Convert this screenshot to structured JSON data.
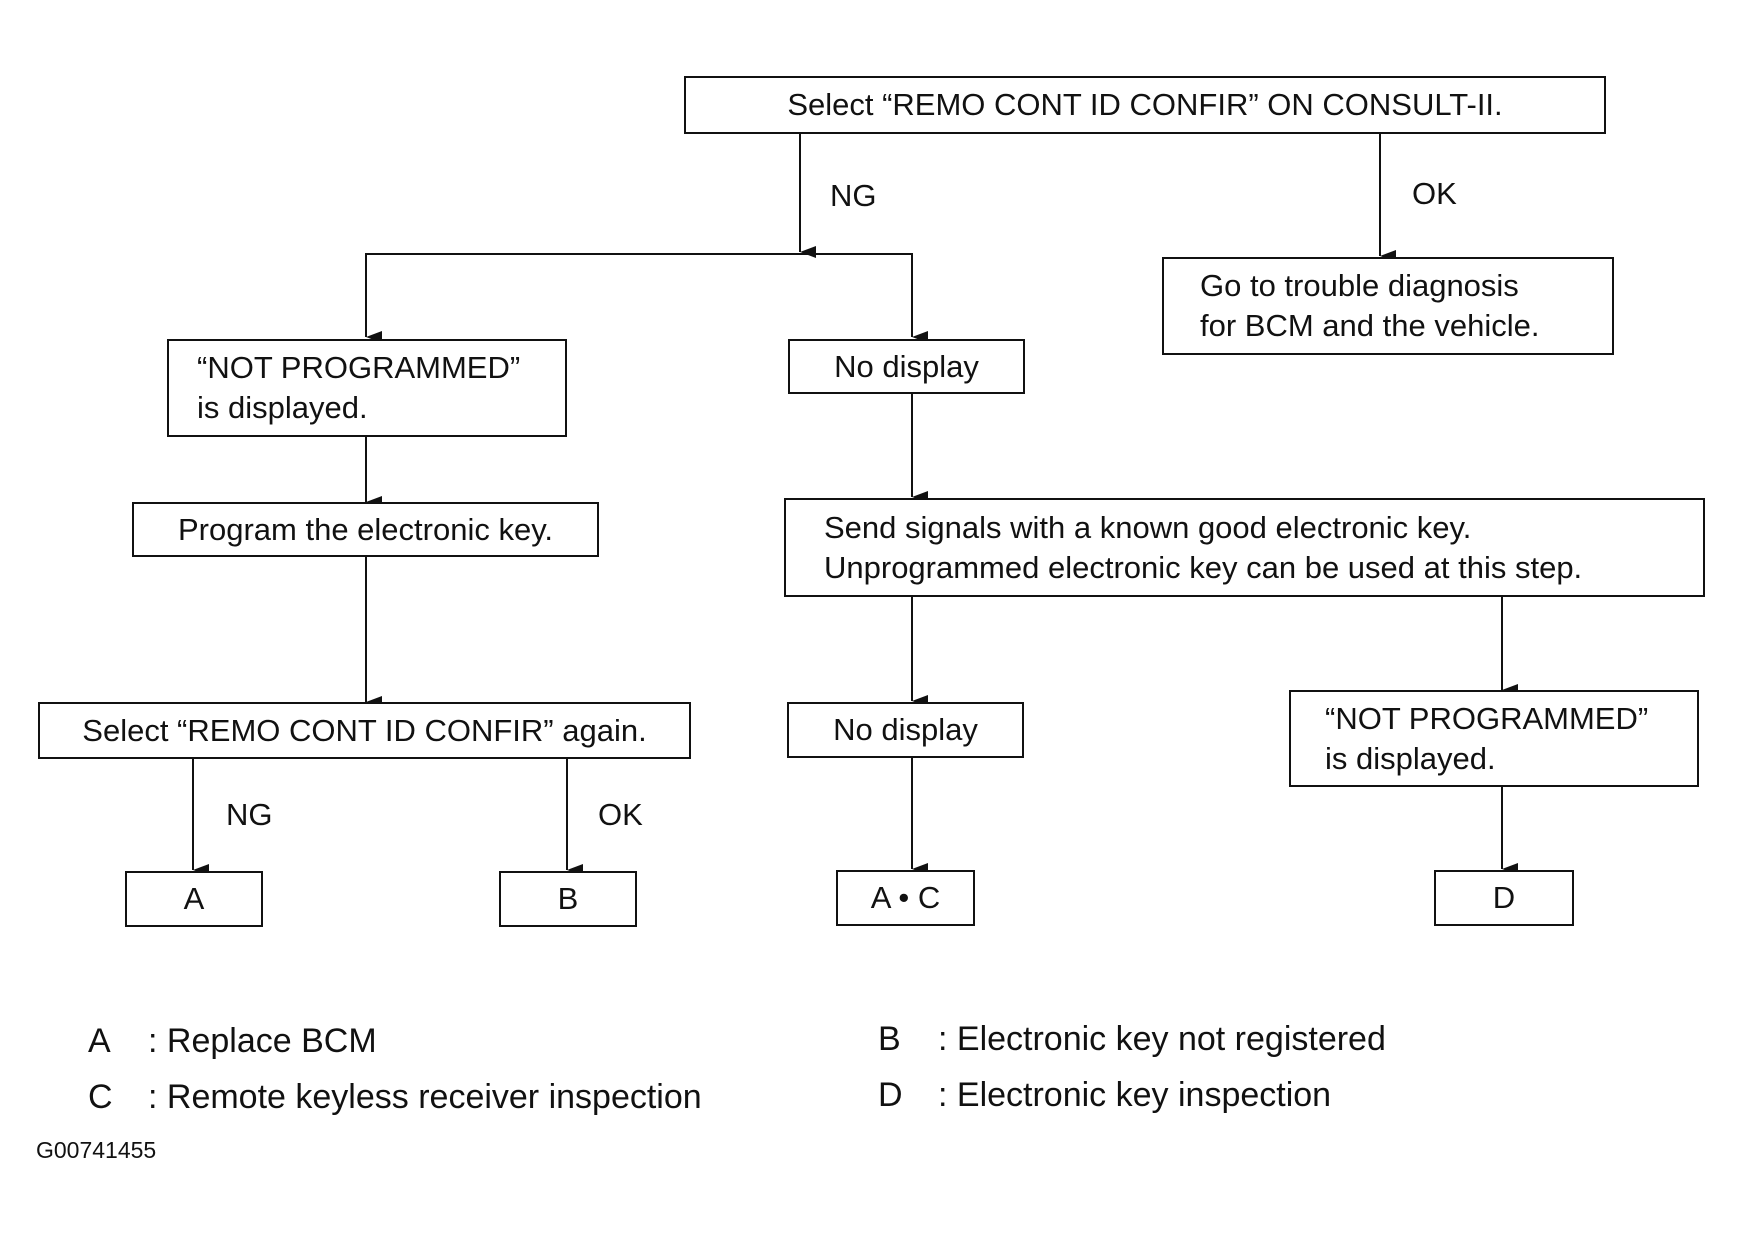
{
  "boxes": {
    "start": "Select “REMO CONT ID CONFIR” ON CONSULT-II.",
    "ok_branch": [
      "Go to trouble diagnosis",
      "for BCM and the vehicle."
    ],
    "not_programmed_1": [
      "“NOT PROGRAMMED”",
      "is displayed."
    ],
    "no_display_1": "No display",
    "program_key": "Program the electronic key.",
    "send_signals": [
      "Send signals with a known good electronic key.",
      "Unprogrammed electronic key can be used at this step."
    ],
    "select_again": "Select “REMO CONT ID CONFIR” again.",
    "no_display_2": "No display",
    "not_programmed_2": [
      "“NOT PROGRAMMED”",
      "is displayed."
    ],
    "result_a": "A",
    "result_b": "B",
    "result_ac": "A • C",
    "result_d": "D"
  },
  "labels": {
    "ng_top": "NG",
    "ok_top": "OK",
    "ng_bottom": "NG",
    "ok_bottom": "OK"
  },
  "legend": [
    {
      "key": "A",
      "text": ": Replace BCM"
    },
    {
      "key": "B",
      "text": ": Electronic key not registered"
    },
    {
      "key": "C",
      "text": ": Remote keyless receiver inspection"
    },
    {
      "key": "D",
      "text": ": Electronic key inspection"
    }
  ],
  "figure_code": "G00741455"
}
